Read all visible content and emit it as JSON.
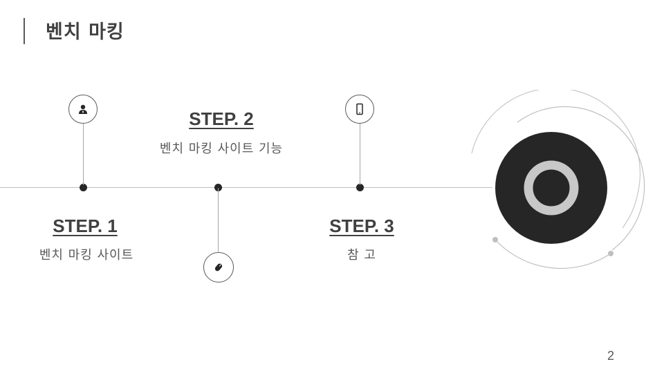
{
  "slide": {
    "title": "벤치 마킹",
    "page_number": "2"
  },
  "steps": [
    {
      "title": "STEP. 1",
      "description": "벤치 마킹 사이트",
      "icon": "person-icon"
    },
    {
      "title": "STEP. 2",
      "description": "벤치 마킹 사이트 기능",
      "icon": "mouse-icon"
    },
    {
      "title": "STEP. 3",
      "description": "참 고",
      "icon": "mobile-phone-icon"
    }
  ],
  "colors": {
    "text": "#404040",
    "dark_circle": "#262626",
    "ring": "#bfbfbf",
    "line": "#bfbfbf"
  }
}
